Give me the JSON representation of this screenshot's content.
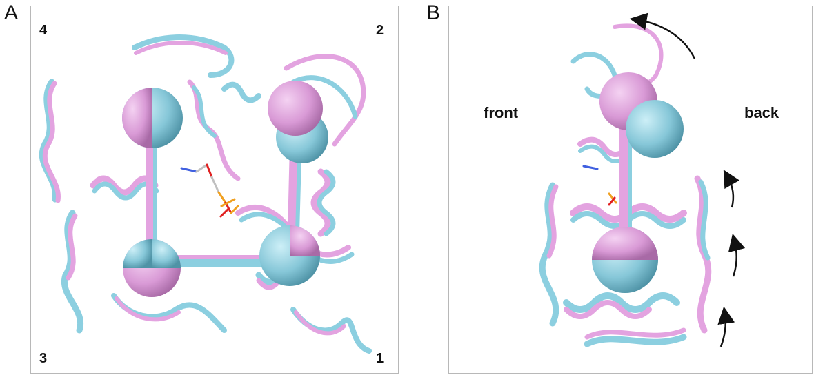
{
  "figure": {
    "panel_a": {
      "letter": "A",
      "corner_labels": {
        "top_left": "4",
        "top_right": "2",
        "bottom_left": "3",
        "bottom_right": "1"
      }
    },
    "panel_b": {
      "letter": "B",
      "view_labels": {
        "left": "front",
        "right": "back"
      }
    },
    "colors": {
      "structure_pink": "#e3a3e0",
      "structure_cyan": "#8ccfe0",
      "ligand_orange": "#f0a020",
      "ligand_red": "#e02020",
      "ligand_blue": "#4060e0"
    }
  }
}
